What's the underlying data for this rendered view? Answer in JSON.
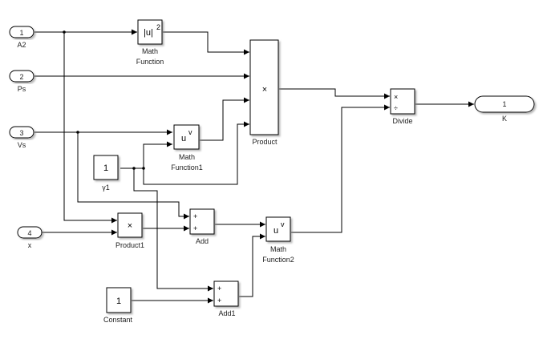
{
  "inports": [
    {
      "num": "1",
      "name": "A2"
    },
    {
      "num": "2",
      "name": "Ps"
    },
    {
      "num": "3",
      "name": "Vs"
    },
    {
      "num": "4",
      "name": "x"
    }
  ],
  "outport": {
    "num": "1",
    "name": "K"
  },
  "blocks": {
    "math_function": {
      "name_line1": "Math",
      "name_line2": "Function",
      "symbol": "|u|",
      "sup": "2"
    },
    "math_function1": {
      "name_line1": "Math",
      "name_line2": "Function1",
      "symbol": "u",
      "sup": "v"
    },
    "math_function2": {
      "name_line1": "Math",
      "name_line2": "Function2",
      "symbol": "u",
      "sup": "v"
    },
    "product": {
      "name": "Product",
      "symbol": "×"
    },
    "product1": {
      "name": "Product1",
      "symbol": "×"
    },
    "divide": {
      "name": "Divide",
      "sym1": "×",
      "sym2": "÷"
    },
    "gamma1": {
      "name": "γ1",
      "value": "1"
    },
    "constant": {
      "name": "Constant",
      "value": "1"
    },
    "add": {
      "name": "Add",
      "sign1": "+",
      "sign2": "+"
    },
    "add1": {
      "name": "Add1",
      "sign1": "+",
      "sign2": "+"
    }
  }
}
